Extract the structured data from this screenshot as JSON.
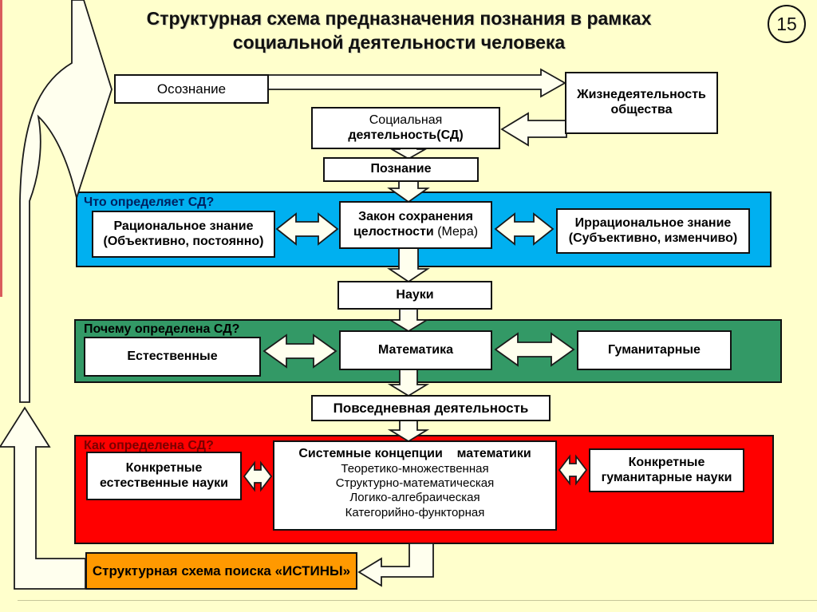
{
  "slide": {
    "title_line1": "Структурная схема предназначения познания в рамках",
    "title_line2": "социальной деятельности человека",
    "page_number": "15"
  },
  "top_flow": {
    "osoznanie": "Осознание",
    "zhizn_line1": "Жизнедеятельность",
    "zhizn_line2": "общества",
    "social_line1": "Социальная",
    "social_line2": "деятельность(СД)",
    "poznanie": "Познание"
  },
  "middle_boxes": {
    "nauki": "Науки",
    "povsednevnaya": "Повседневная деятельность"
  },
  "bands": {
    "cyan": {
      "label": "Что определяет СД?",
      "left_line1": "Рациональное знание",
      "left_line2": "(Объективно, постоянно)",
      "center_line1": "Закон сохранения",
      "center_line2_bold": "целостности",
      "center_line2_normal": "(Мера)",
      "right_line1": "Иррациональное знание",
      "right_line2": "(Субъективно, изменчиво)"
    },
    "green": {
      "label": "Почему определена СД?",
      "left": "Естественные",
      "center": "Математика",
      "right": "Гуманитарные"
    },
    "red": {
      "label": "Как определена СД?",
      "left_line1": "Конкретные",
      "left_line2": "естественные науки",
      "center_title": "Системные концепции    математики",
      "center_items": [
        "Теоретико-множественная",
        "Структурно-математическая",
        "Логико-алгебраическая",
        "Категорийно-функторная"
      ],
      "right_line1": "Конкретные",
      "right_line2": "гуманитарные науки"
    }
  },
  "bottom": {
    "truth": "Структурная схема поиска «ИСТИНЫ»"
  },
  "colors": {
    "background": "#FFFFCC",
    "cyan_band": "#00B0F0",
    "green_band": "#339966",
    "red_band": "#FF0000",
    "orange_box": "#FF9900",
    "cyan_label_text": "#002060",
    "green_label_text": "#000000",
    "red_label_text": "#7A0000",
    "box_fill": "#FFFFFF",
    "arrow_fill": "#FFFFEE",
    "outline": "#1a1a1a"
  }
}
